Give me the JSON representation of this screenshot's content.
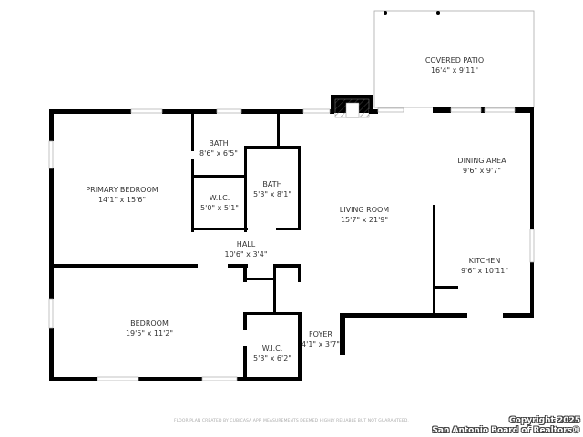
{
  "rooms": [
    {
      "name": "COVERED PATIO",
      "size": "16'4\" x 9'11\""
    },
    {
      "name": "BATH",
      "size": "8'6\" x 6'5\""
    },
    {
      "name": "PRIMARY BEDROOM",
      "size": "14'1\" x 15'6\""
    },
    {
      "name": "W.I.C.",
      "size": "5'0\" x 5'1\""
    },
    {
      "name": "BATH",
      "size": "5'3\" x 8'1\""
    },
    {
      "name": "LIVING ROOM",
      "size": "15'7\" x 21'9\""
    },
    {
      "name": "DINING AREA",
      "size": "9'6\" x 9'7\""
    },
    {
      "name": "HALL",
      "size": "10'6\" x 3'4\""
    },
    {
      "name": "KITCHEN",
      "size": "9'6\" x 10'11\""
    },
    {
      "name": "BEDROOM",
      "size": "19'5\" x 11'2\""
    },
    {
      "name": "FOYER",
      "size": "4'1\" x 3'7\""
    },
    {
      "name": "W.I.C.",
      "size": "5'3\" x 6'2\""
    }
  ],
  "disclaimer": "FLOOR PLAN CREATED BY CUBICASA APP. MEASUREMENTS DEEMED HIGHLY RELIABLE BUT NOT GUARANTEED.",
  "copyright": {
    "line1": "Copyright 2025",
    "line2": "San Antonio Board of Realtors®"
  },
  "colors": {
    "wall": "#000000",
    "window": "#cccccc",
    "patio_outline": "#aaaaaa"
  }
}
